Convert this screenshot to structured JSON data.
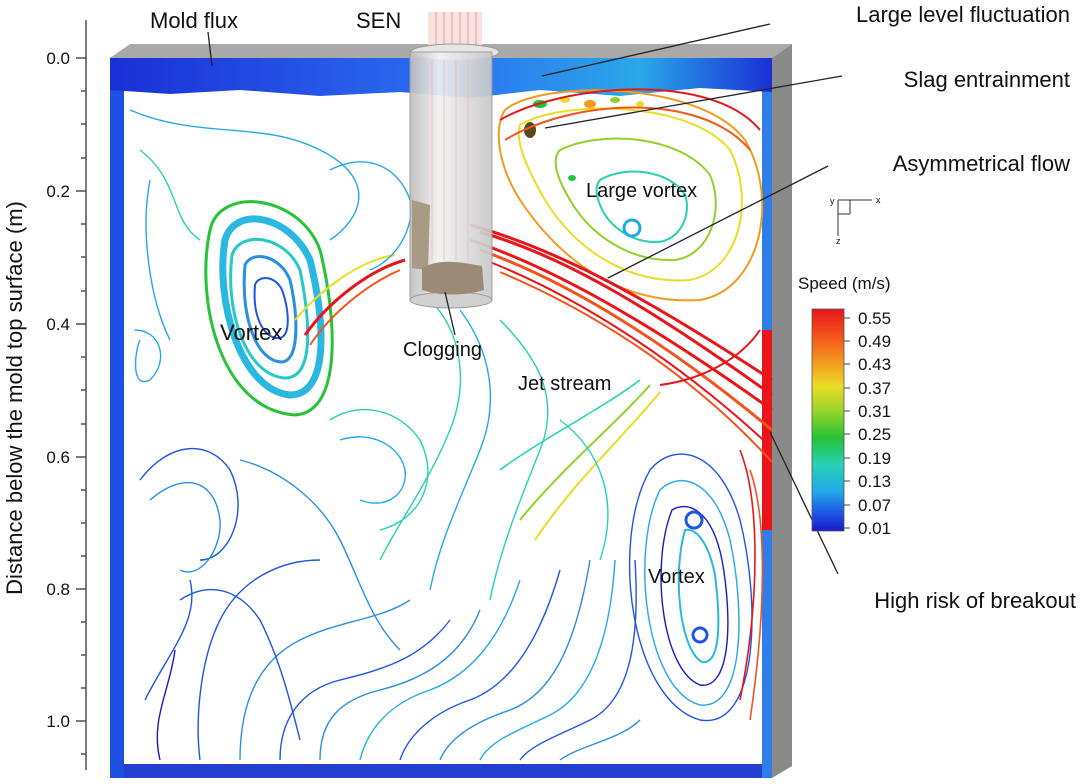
{
  "axis": {
    "ylabel": "Distance below the mold top surface (m)",
    "ticks": [
      "0.0",
      "0.2",
      "0.4",
      "0.6",
      "0.8",
      "1.0"
    ]
  },
  "annotations": {
    "mold_flux": "Mold flux",
    "sen": "SEN",
    "large_level_fluctuation": "Large level fluctuation",
    "slag_entrainment": "Slag entrainment",
    "asymmetrical_flow": "Asymmetrical flow",
    "large_vortex": "Large vortex",
    "vortex_left": "Vortex",
    "clogging": "Clogging",
    "jet_stream": "Jet stream",
    "vortex_right": "Vortex",
    "high_risk_of_breakout": "High risk of breakout"
  },
  "colorbar": {
    "title": "Speed (m/s)",
    "labels": [
      "0.55",
      "0.49",
      "0.43",
      "0.37",
      "0.31",
      "0.25",
      "0.19",
      "0.13",
      "0.07",
      "0.01"
    ],
    "colors": [
      "#e8151a",
      "#f4531c",
      "#f39a1e",
      "#eadd26",
      "#8fd32a",
      "#27c237",
      "#26d1b5",
      "#23a9e8",
      "#1d55e4",
      "#1a19c9"
    ]
  },
  "triad": {
    "x": "x",
    "y": "y",
    "z": "z"
  }
}
